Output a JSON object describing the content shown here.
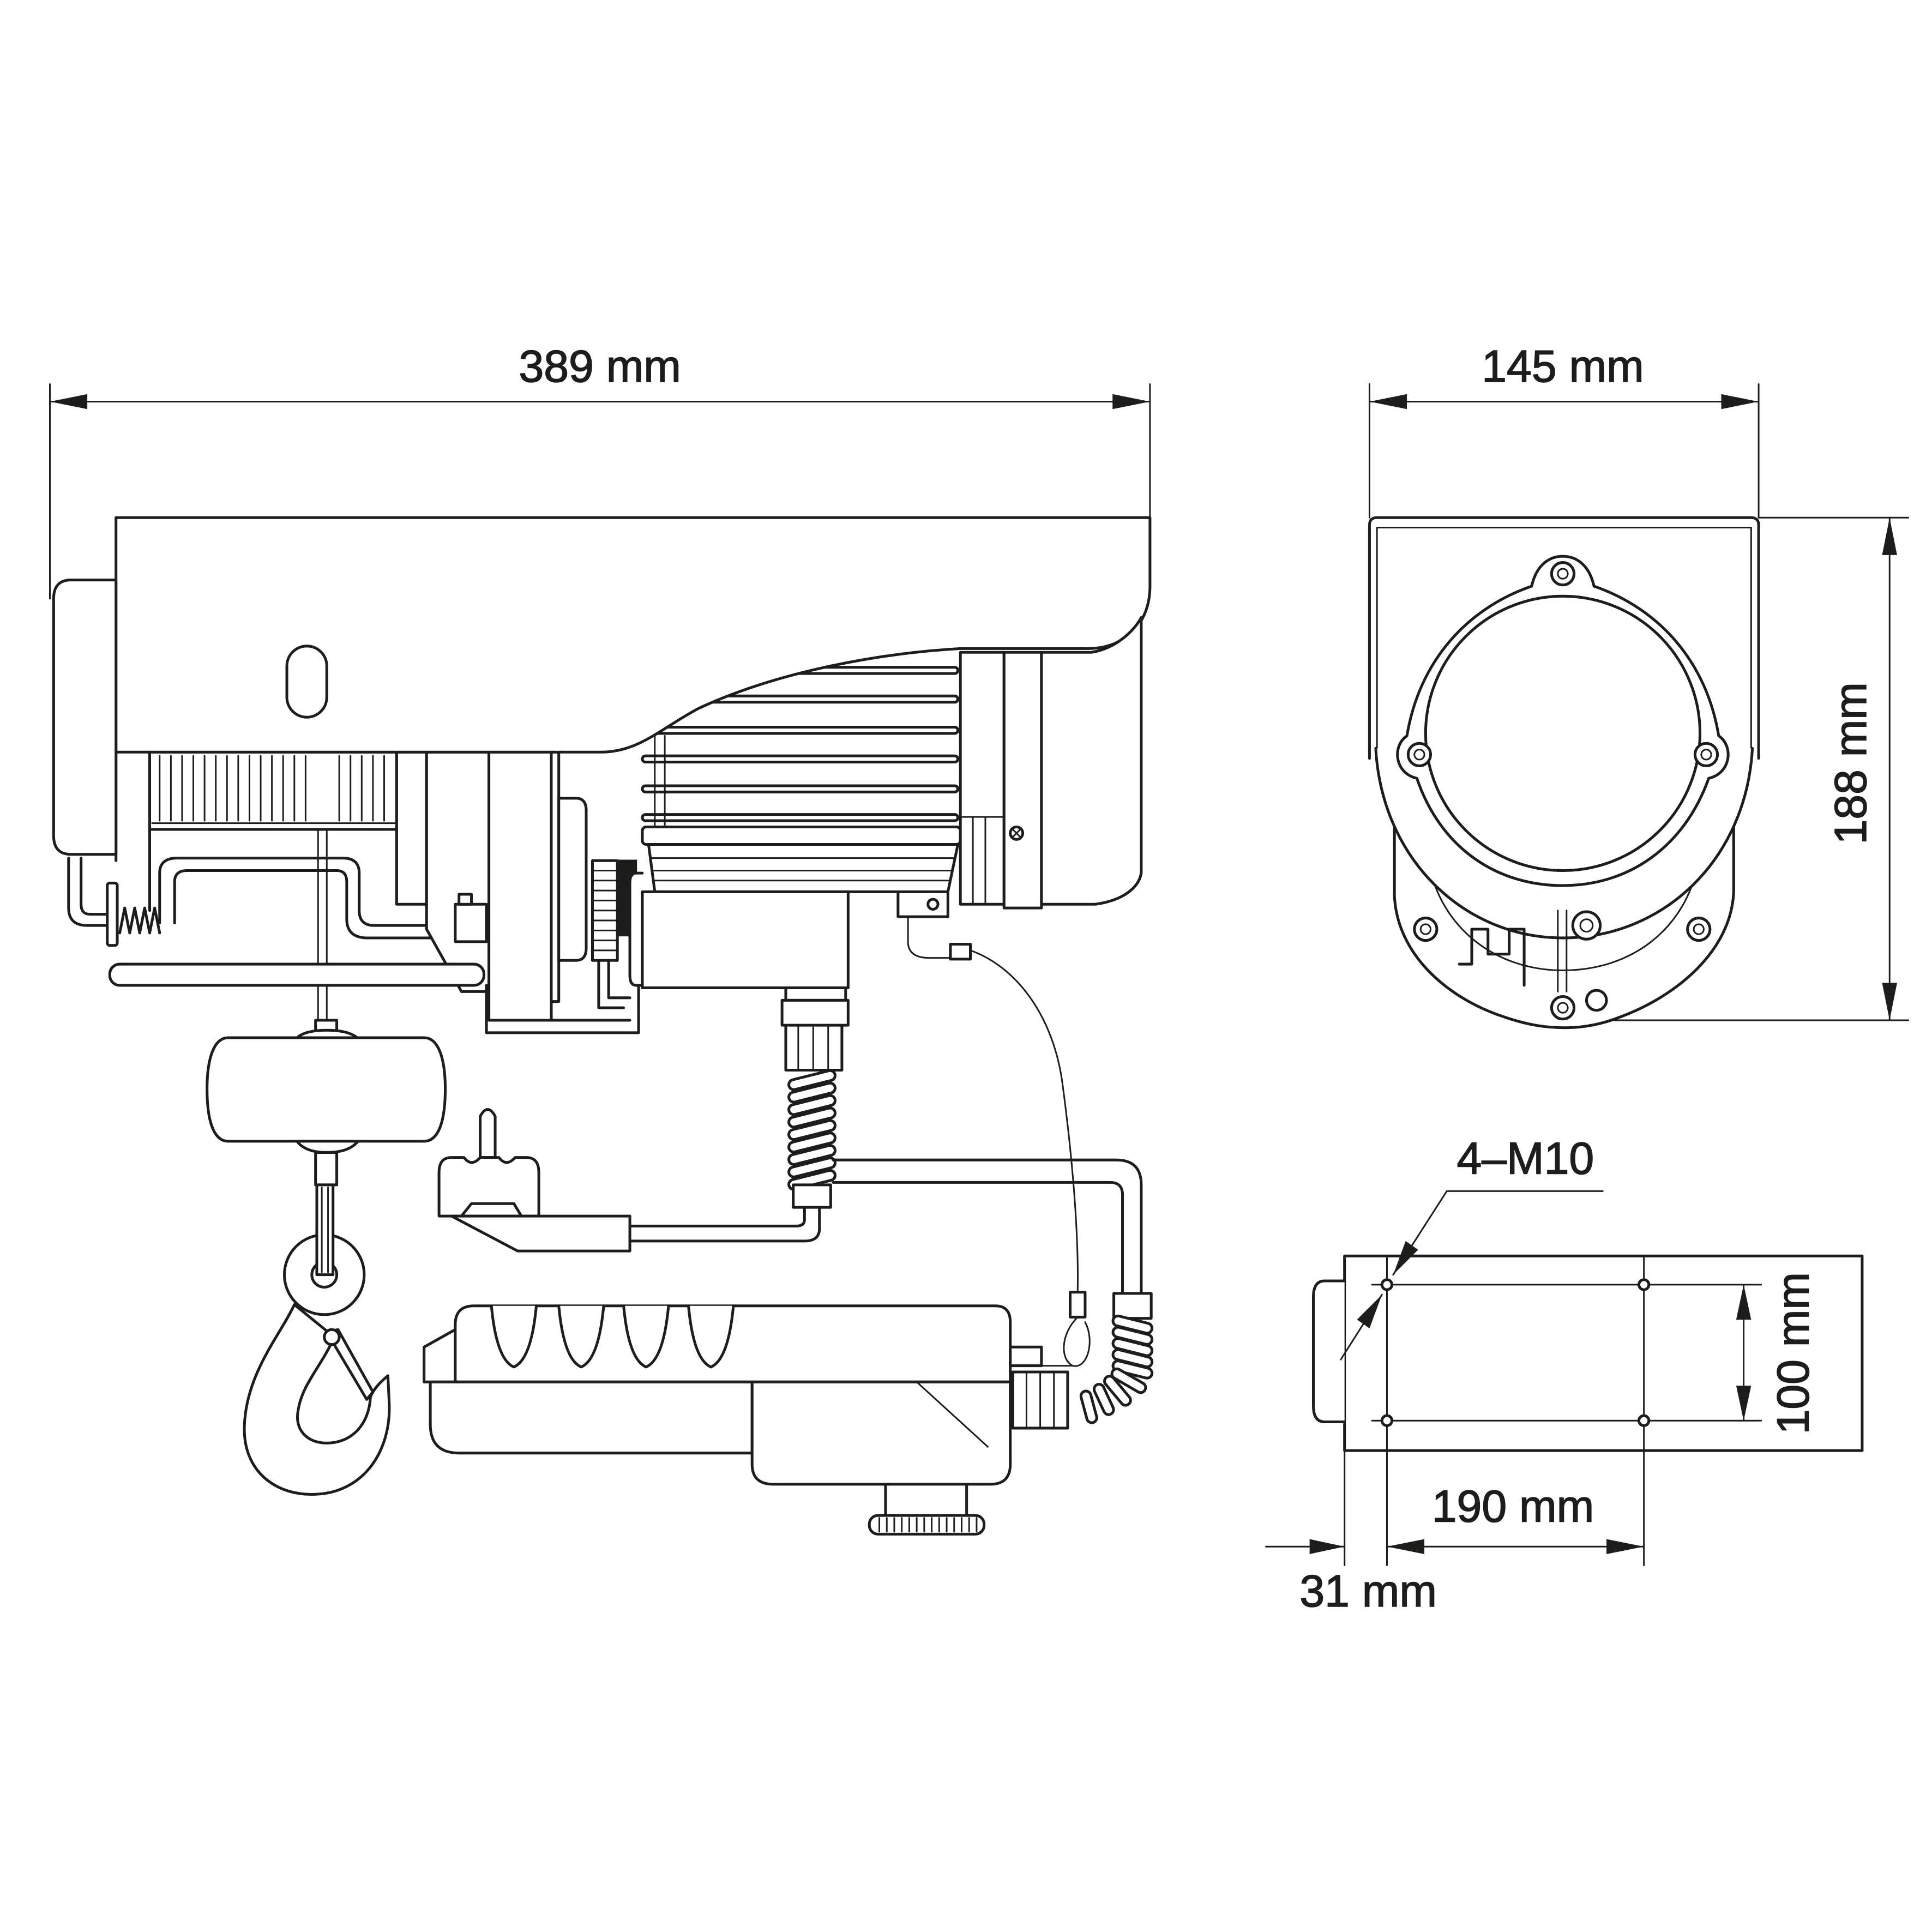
{
  "dimensions": {
    "overall_length": "389 mm",
    "side_width": "145 mm",
    "side_height": "188 mm",
    "mount_holes": "4–M10",
    "hole_spacing_vertical": "100 mm",
    "hole_spacing_horizontal": "190 mm",
    "hole_offset": "31 mm"
  },
  "colors": {
    "line": "#1d1d1b",
    "background": "#ffffff"
  }
}
